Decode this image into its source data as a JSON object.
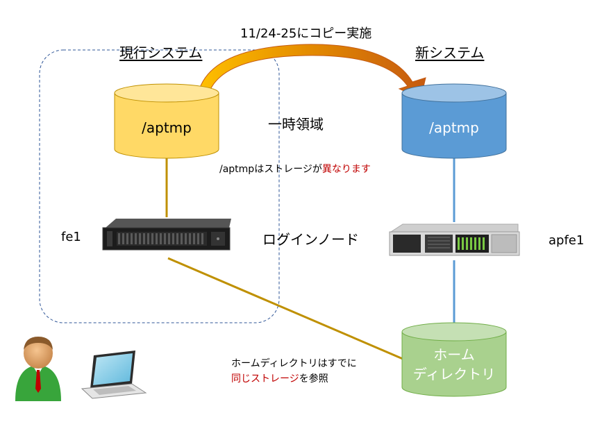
{
  "labels": {
    "current_system": "現行システム",
    "new_system": "新システム",
    "copy_note": "11/24-25にコピー実施",
    "temp_area": "一時領域",
    "login_node": "ログインノード",
    "fe1": "fe1",
    "apfe1": "apfe1"
  },
  "storage_note": {
    "prefix": "/aptmpはストレージが",
    "emphasis": "異なります"
  },
  "home_note": {
    "line1": "ホームディレクトリはすでに",
    "line2_emphasis": "同じストレージ",
    "line2_suffix": "を参照"
  },
  "cylinders": {
    "old_aptmp": "/aptmp",
    "new_aptmp": "/aptmp",
    "home_line1": "ホーム",
    "home_line2": "ディレクトリ"
  },
  "colors": {
    "old_storage": "#ffd966",
    "new_storage": "#5b9bd5",
    "home_storage": "#a9d18e",
    "old_line": "#bf9000",
    "new_line": "#5b9bd5",
    "arrow": "#c55a11",
    "accent_red": "#c00000"
  }
}
